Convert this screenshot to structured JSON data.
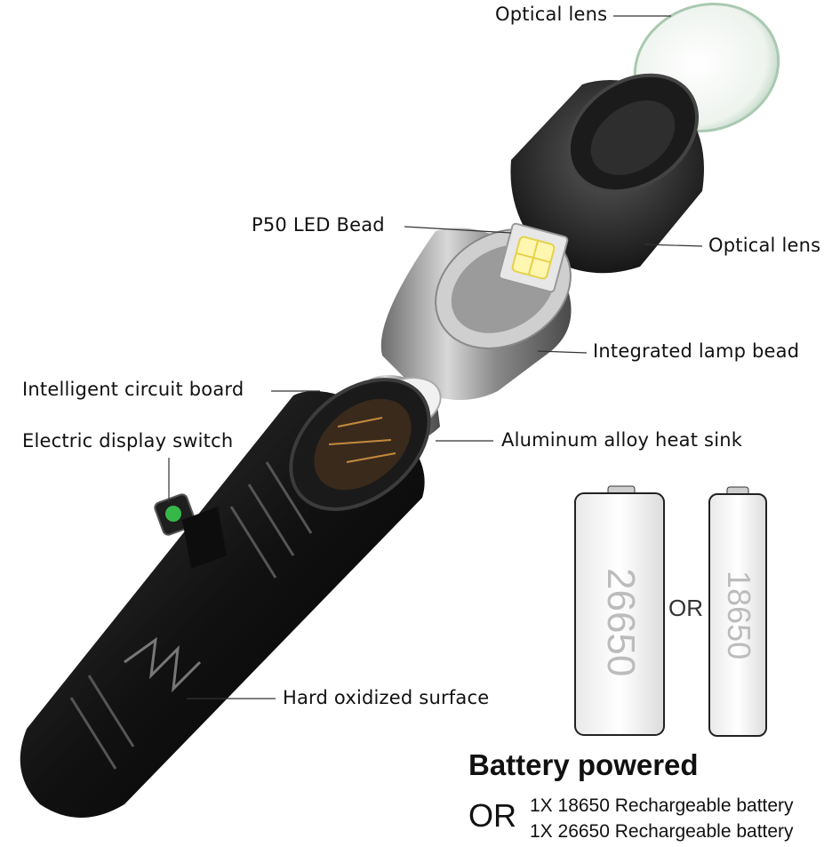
{
  "callouts": {
    "optical_lens_top": "Optical lens",
    "optical_lens_right": "Optical lens",
    "p50_led_bead": "P50 LED Bead",
    "integrated_lamp_bead": "Integrated lamp bead",
    "intelligent_circuit_board": "Intelligent circuit board",
    "aluminum_heat_sink": "Aluminum alloy heat sink",
    "electric_display_switch": "Electric display switch",
    "hard_oxidized_surface": "Hard oxidized surface"
  },
  "batteries": {
    "left_model": "26650",
    "right_model": "18650",
    "or_between": "OR"
  },
  "battery_info": {
    "title": "Battery powered",
    "or": "OR",
    "option_1": "1X 18650 Rechargeable battery",
    "option_2": "1X 26650 Rechargeable battery"
  }
}
